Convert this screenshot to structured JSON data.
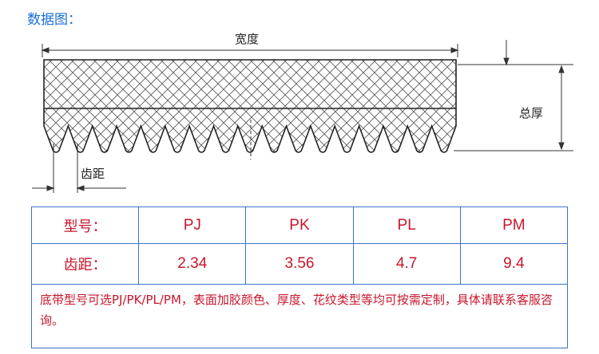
{
  "heading": "数据图：",
  "diagram": {
    "width_label": "宽度",
    "thickness_label": "总厚",
    "pitch_label": "齿距"
  },
  "table": {
    "type_label": "型号：",
    "pitch_label": "齿距：",
    "types": [
      "PJ",
      "PK",
      "PL",
      "PM"
    ],
    "pitches": [
      "2.34",
      "3.56",
      "4.7",
      "9.4"
    ],
    "note": "底带型号可选PJ/PK/PL/PM，表面加胶颜色、厚度、花纹类型等均可按需定制，具体请联系客服咨询。"
  },
  "colors": {
    "heading": "#1a6fd6",
    "table_text": "#c8162c",
    "table_border": "#3a73c9"
  }
}
